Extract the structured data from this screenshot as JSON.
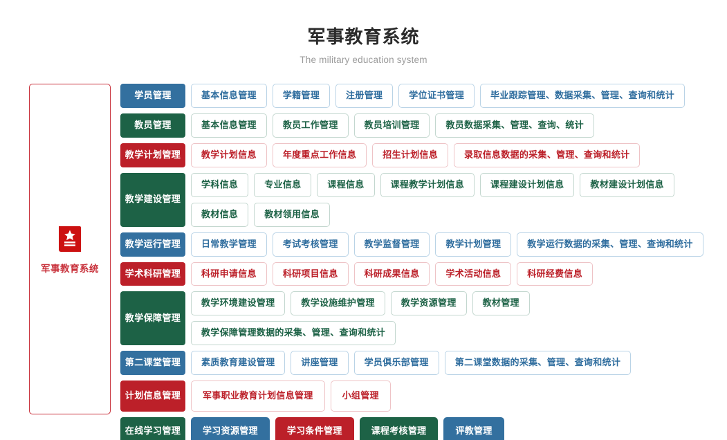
{
  "header": {
    "title": "军事教育系统",
    "subtitle": "The military education system"
  },
  "side_card": {
    "icon": "book-star-icon",
    "label": "军事教育系统",
    "border_color": "#c8303a",
    "icon_color": "#cc1111"
  },
  "colors": {
    "blue": "#33709f",
    "green": "#1d6246",
    "red": "#bc2029",
    "blue_border": "#b9d3e6",
    "green_border": "#c3d7cf",
    "red_border": "#eec3c6"
  },
  "rows": [
    {
      "category": "学员管理",
      "scheme": "blue",
      "items": [
        {
          "label": "基本信息管理",
          "style": "outline"
        },
        {
          "label": "学籍管理",
          "style": "outline"
        },
        {
          "label": "注册管理",
          "style": "outline"
        },
        {
          "label": "学位证书管理",
          "style": "outline"
        },
        {
          "label": "毕业跟踪管理、数据采集、管理、查询和统计",
          "style": "outline"
        }
      ]
    },
    {
      "category": "教员管理",
      "scheme": "green",
      "items": [
        {
          "label": "基本信息管理",
          "style": "outline"
        },
        {
          "label": "教员工作管理",
          "style": "outline"
        },
        {
          "label": "教员培训管理",
          "style": "outline"
        },
        {
          "label": "教员数据采集、管理、查询、统计",
          "style": "outline"
        }
      ]
    },
    {
      "category": "教学计划管理",
      "scheme": "red",
      "items": [
        {
          "label": "教学计划信息",
          "style": "outline"
        },
        {
          "label": "年度重点工作信息",
          "style": "outline"
        },
        {
          "label": "招生计划信息",
          "style": "outline"
        },
        {
          "label": "录取信息数据的采集、管理、查询和统计",
          "style": "outline"
        }
      ]
    },
    {
      "category": "教学建设管理",
      "scheme": "green",
      "items": [
        {
          "label": "学科信息",
          "style": "outline"
        },
        {
          "label": "专业信息",
          "style": "outline"
        },
        {
          "label": "课程信息",
          "style": "outline"
        },
        {
          "label": "课程教学计划信息",
          "style": "outline"
        },
        {
          "label": "课程建设计划信息",
          "style": "outline"
        },
        {
          "label": "教材建设计划信息",
          "style": "outline"
        },
        {
          "label": "教材信息",
          "style": "outline"
        },
        {
          "label": "教材领用信息",
          "style": "outline"
        }
      ]
    },
    {
      "category": "教学运行管理",
      "scheme": "blue",
      "items": [
        {
          "label": "日常教学管理",
          "style": "outline"
        },
        {
          "label": "考试考核管理",
          "style": "outline"
        },
        {
          "label": "教学监督管理",
          "style": "outline"
        },
        {
          "label": "教学计划管理",
          "style": "outline"
        },
        {
          "label": "教学运行数据的采集、管理、查询和统计",
          "style": "outline"
        }
      ]
    },
    {
      "category": "学术科研管理",
      "scheme": "red",
      "items": [
        {
          "label": "科研申请信息",
          "style": "outline"
        },
        {
          "label": "科研项目信息",
          "style": "outline"
        },
        {
          "label": "科研成果信息",
          "style": "outline"
        },
        {
          "label": "学术活动信息",
          "style": "outline"
        },
        {
          "label": "科研经费信息",
          "style": "outline"
        }
      ]
    },
    {
      "category": "教学保障管理",
      "scheme": "green",
      "items": [
        {
          "label": "教学环境建设管理",
          "style": "outline"
        },
        {
          "label": "教学设施维护管理",
          "style": "outline"
        },
        {
          "label": "教学资源管理",
          "style": "outline"
        },
        {
          "label": "教材管理",
          "style": "outline"
        },
        {
          "label": "教学保障管理数据的采集、管理、查询和统计",
          "style": "outline"
        }
      ]
    },
    {
      "category": "第二课堂管理",
      "scheme": "blue",
      "items": [
        {
          "label": "素质教育建设管理",
          "style": "outline"
        },
        {
          "label": "讲座管理",
          "style": "outline"
        },
        {
          "label": "学员俱乐部管理",
          "style": "outline"
        },
        {
          "label": "第二课堂数据的采集、管理、查询和统计",
          "style": "outline"
        }
      ]
    },
    {
      "category": "计划信息管理",
      "scheme": "red",
      "items": [
        {
          "label": "军事职业教育计划信息管理",
          "style": "outline-tall"
        },
        {
          "label": "小组管理",
          "style": "outline-tall"
        }
      ]
    },
    {
      "category": "在线学习管理",
      "scheme": "green",
      "items": [
        {
          "label": "学习资源管理",
          "style": "solid",
          "fill": "blue"
        },
        {
          "label": "学习条件管理",
          "style": "solid",
          "fill": "red"
        },
        {
          "label": "课程考核管理",
          "style": "solid",
          "fill": "green"
        },
        {
          "label": "评教管理",
          "style": "solid",
          "fill": "blue"
        }
      ]
    }
  ]
}
